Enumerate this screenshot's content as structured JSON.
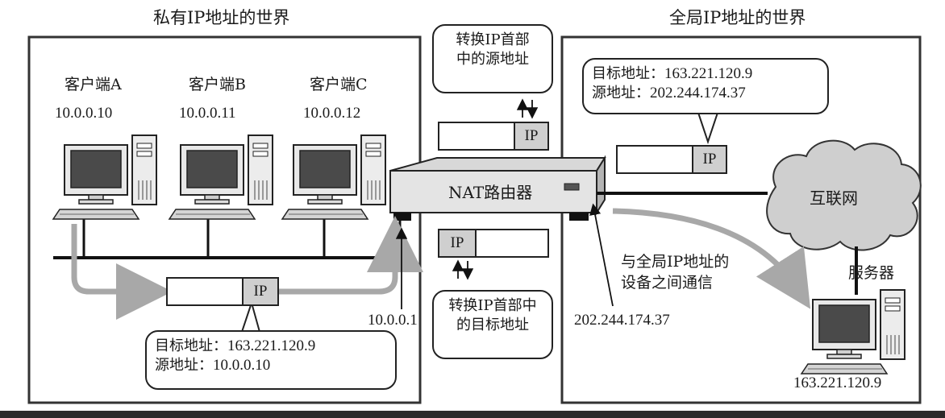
{
  "private_world": {
    "title": "私有IP地址的世界"
  },
  "global_world": {
    "title": "全局IP地址的世界"
  },
  "clients": [
    {
      "name": "客户端A",
      "ip": "10.0.0.10"
    },
    {
      "name": "客户端B",
      "ip": "10.0.0.11"
    },
    {
      "name": "客户端C",
      "ip": "10.0.0.12"
    }
  ],
  "router": {
    "name": "NAT路由器",
    "inner_ip": "10.0.0.1",
    "outer_ip": "202.244.174.37"
  },
  "packet": {
    "ip_label": "IP"
  },
  "callout_src": {
    "line1": "转换IP首部",
    "line2": "中的源地址"
  },
  "callout_dst": {
    "line1": "转换IP首部中",
    "line2": "的目标地址"
  },
  "packet_private": {
    "dst_label": "目标地址：",
    "dst": "163.221.120.9",
    "src_label": "源地址：",
    "src": "10.0.0.10"
  },
  "packet_global": {
    "dst_label": "目标地址：",
    "dst": "163.221.120.9",
    "src_label": "源地址：",
    "src": "202.244.174.37"
  },
  "internet": {
    "label": "互联网"
  },
  "server": {
    "name": "服务器",
    "ip": "163.221.120.9"
  },
  "note": {
    "line1": "与全局IP地址的",
    "line2": "设备之间通信"
  }
}
